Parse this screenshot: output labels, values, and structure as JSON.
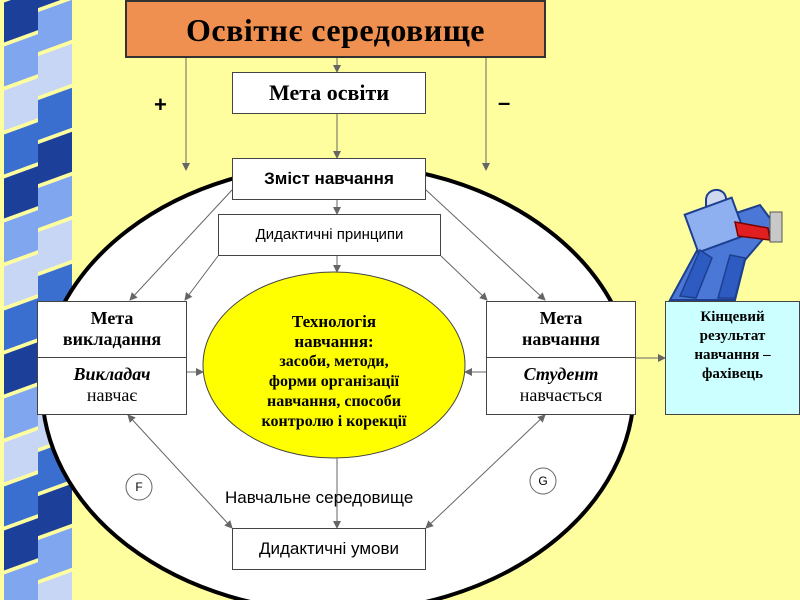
{
  "title": "Освітнє середовище",
  "goal_of_education": "Мета освіти",
  "plus_sign": "+",
  "minus_sign": "–",
  "content_of_learning": "Зміст навчання",
  "didactic_principles": "Дидактичні принципи",
  "teacher_block": {
    "goal_line1": "Мета",
    "goal_line2": "викладання",
    "role_italic": "Викладач",
    "role_action": "навчає"
  },
  "student_block": {
    "goal_line1": "Мета",
    "goal_line2": "навчання",
    "role_italic": "Студент",
    "role_action": "навчається"
  },
  "technology": {
    "line1": "Технологія",
    "line2": "навчання:",
    "line3": "засоби, методи,",
    "line4": "форми організації",
    "line5": "навчання, способи",
    "line6": "контролю і корекції"
  },
  "learning_environment": "Навчальне середовище",
  "didactic_conditions": "Дидактичні умови",
  "marker_f": "F",
  "marker_g": "G",
  "final_result": {
    "line1": "Кінцевий",
    "line2": "результат",
    "line3": "навчання –",
    "line4": "фахівець"
  },
  "icon": "person-pulling-lever-icon",
  "colors": {
    "background": "#fffe9e",
    "title_fill": "#f09050",
    "technology_fill": "#ffff00",
    "result_fill": "#ccffff",
    "strip_blue": "#3a6fd0"
  }
}
